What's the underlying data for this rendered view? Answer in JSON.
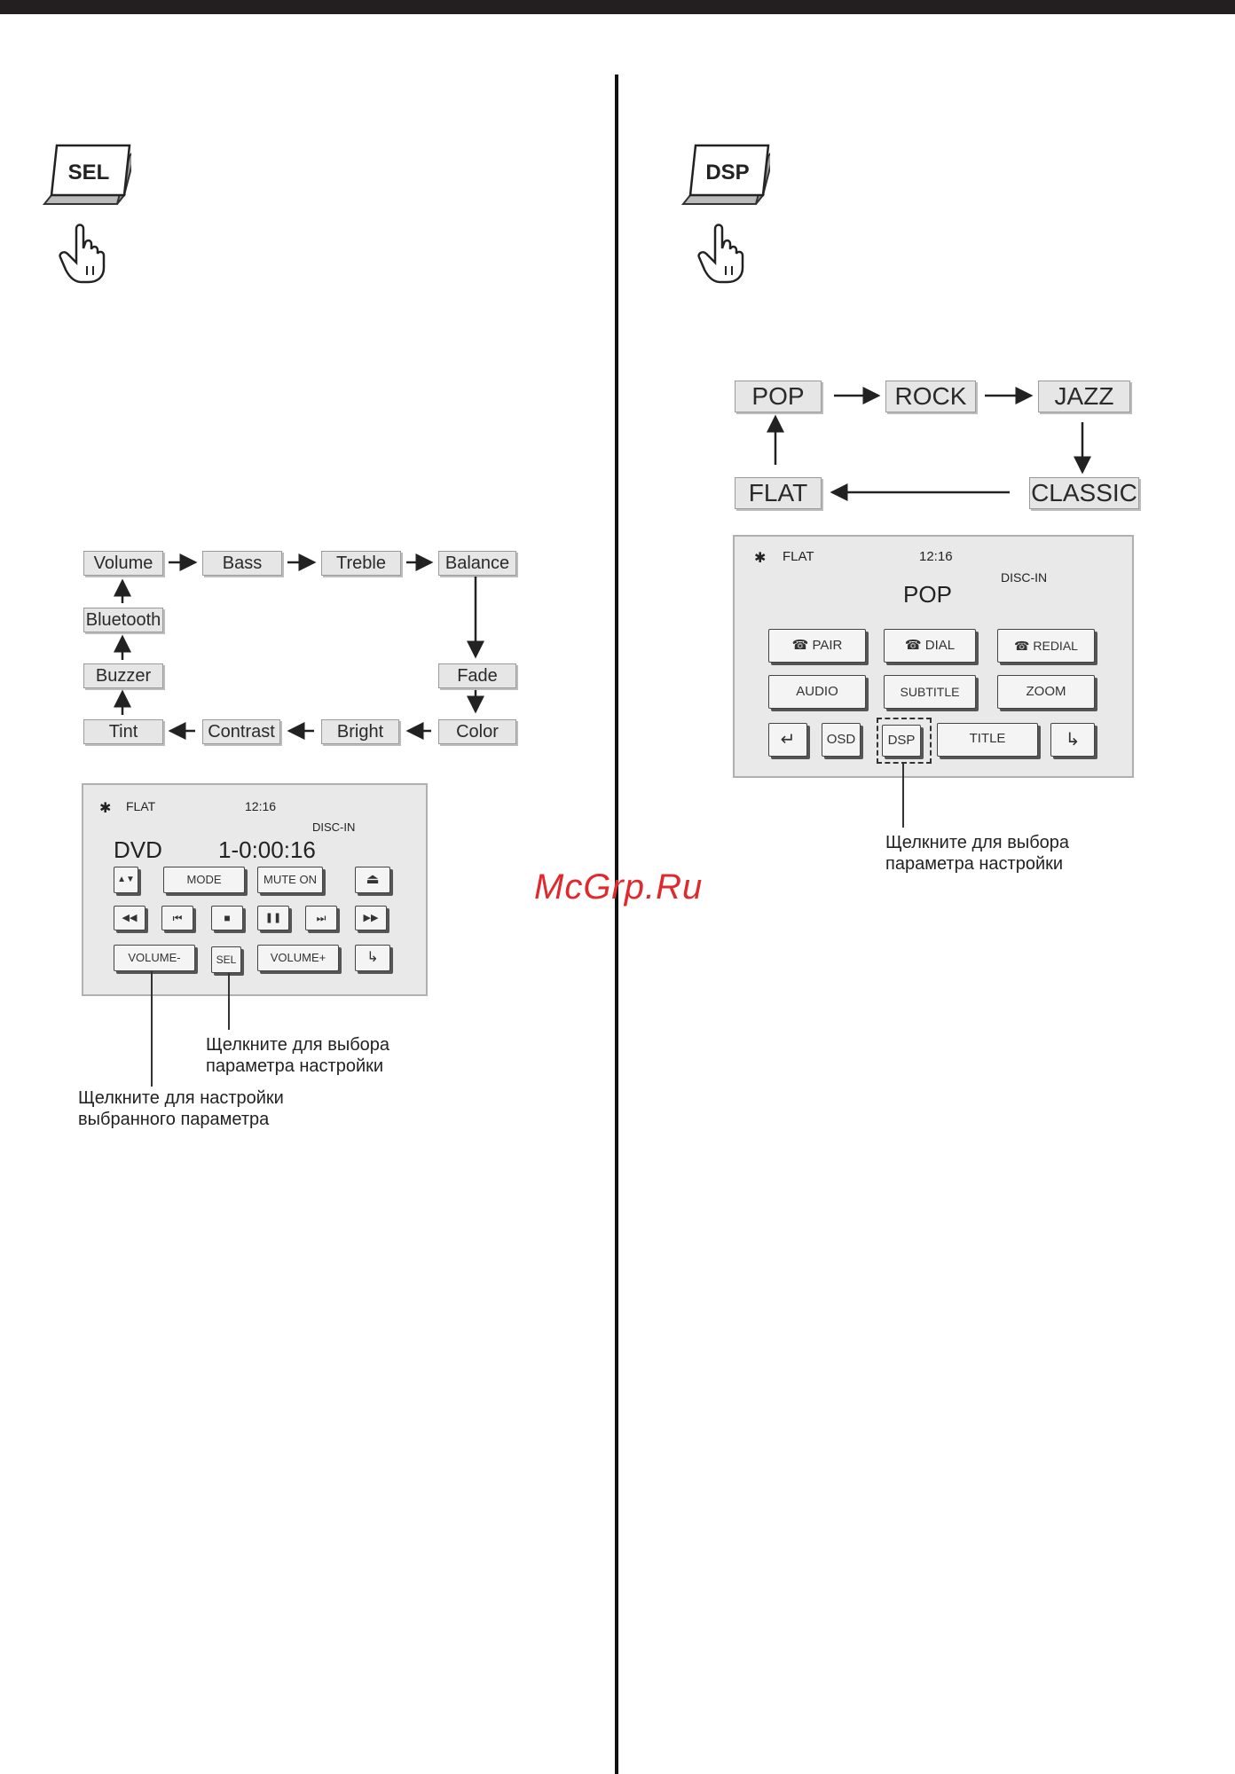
{
  "sel_key": {
    "label": "SEL"
  },
  "dsp_key": {
    "label": "DSP"
  },
  "sel_flow": {
    "row1": [
      "Volume",
      "Bass",
      "Treble",
      "Balance"
    ],
    "left_col": [
      "Bluetooth",
      "Buzzer"
    ],
    "right_col": [
      "Fade"
    ],
    "row_bottom": [
      "Tint",
      "Contrast",
      "Bright",
      "Color"
    ]
  },
  "dvd_screen": {
    "eq": "FLAT",
    "time": "12:16",
    "disc": "DISC-IN",
    "source": "DVD",
    "track": "1-0:00:16",
    "buttons": {
      "updown": "▲▼",
      "mode": "MODE",
      "mute": "MUTE ON",
      "eject": "⏏",
      "rew": "◀◀",
      "prev": "⏮",
      "stop": "■",
      "pause": "❚❚",
      "next": "⏭",
      "ffw": "▶▶",
      "volume_minus": "VOLUME-",
      "sel": "SEL",
      "volume_plus": "VOLUME+",
      "return": "↳"
    }
  },
  "sel_callouts": {
    "sel_click": [
      "Щелкните для выбора",
      "параметра настройки"
    ],
    "vol_click": [
      "Щелкните для настройки",
      "выбранного параметра"
    ]
  },
  "dsp_flow": {
    "top": [
      "POP",
      "ROCK",
      "JAZZ"
    ],
    "bottom": [
      "FLAT",
      "CLASSIC"
    ]
  },
  "bt_screen": {
    "eq": "FLAT",
    "time": "12:16",
    "disc": "DISC-IN",
    "mode": "POP",
    "buttons": {
      "pair": "PAIR",
      "dial": "DIAL",
      "redial": "REDIAL",
      "audio": "AUDIO",
      "subtitle": "SUBTITLE",
      "zoom": "ZOOM",
      "back": "↵",
      "osd": "OSD",
      "dsp": "DSP",
      "title": "TITLE",
      "return": "↳"
    }
  },
  "dsp_callout": [
    "Щелкните для выбора",
    "параметра настройки"
  ],
  "watermark": "McGrp.Ru"
}
